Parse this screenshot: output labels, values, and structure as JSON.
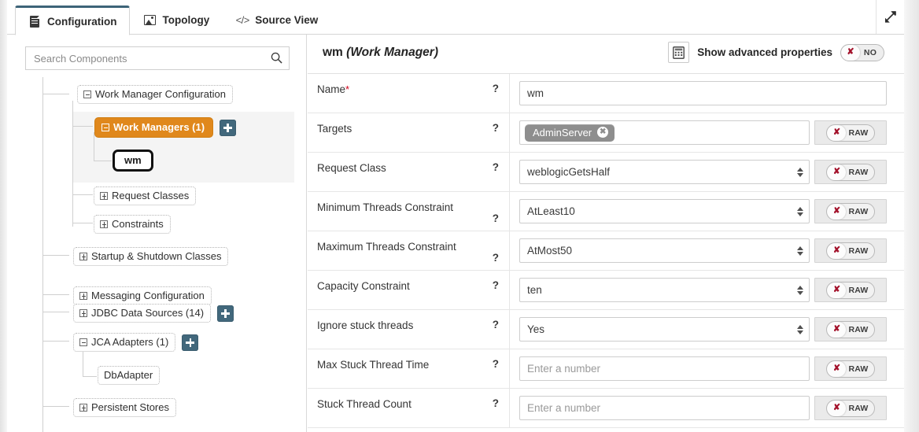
{
  "window": {
    "expand_icon": "expand-diagonal-icon"
  },
  "tabs": [
    {
      "label": "Configuration",
      "icon": "document-icon",
      "active": true
    },
    {
      "label": "Topology",
      "icon": "picture-icon",
      "active": false
    },
    {
      "label": "Source View",
      "icon": "code-brackets-icon",
      "active": false
    }
  ],
  "sidebar": {
    "search": {
      "placeholder": "Search Components",
      "value": "",
      "icon": "search-icon"
    },
    "tree": [
      {
        "label": "Work Manager Configuration",
        "toggle": "minus",
        "add": false
      },
      {
        "label": "Work Managers (1)",
        "toggle": "minus",
        "add": true,
        "highlight": "orange"
      },
      {
        "label": "wm",
        "toggle": "none",
        "add": false,
        "selected": true
      },
      {
        "label": "Request Classes",
        "toggle": "plus",
        "add": false
      },
      {
        "label": "Constraints",
        "toggle": "plus",
        "add": false
      },
      {
        "label": "Startup & Shutdown Classes",
        "toggle": "plus",
        "add": false
      },
      {
        "label": "Messaging Configuration",
        "toggle": "plus",
        "add": false
      },
      {
        "label": "JDBC Data Sources (14)",
        "toggle": "plus",
        "add": true
      },
      {
        "label": "JCA Adapters (1)",
        "toggle": "minus",
        "add": true
      },
      {
        "label": "DbAdapter",
        "toggle": "none",
        "add": false
      },
      {
        "label": "Persistent Stores",
        "toggle": "plus",
        "add": false
      }
    ]
  },
  "panel": {
    "title_name": "wm",
    "title_type": "(Work Manager)",
    "calculator_icon": "calculator-icon",
    "advanced_label": "Show advanced properties",
    "advanced_toggle": {
      "state_text": "NO",
      "knob_icon": "x-mark-icon"
    },
    "raw_toggle_label": "RAW",
    "help_icon": "question-mark-icon",
    "required_marker": "*",
    "rows": [
      {
        "label": "Name",
        "required": true,
        "value": "wm",
        "kind": "text",
        "raw": false,
        "qpos": "top"
      },
      {
        "label": "Targets",
        "required": false,
        "value": "AdminServer",
        "kind": "chips",
        "raw": true,
        "qpos": "top"
      },
      {
        "label": "Request Class",
        "required": false,
        "value": "weblogicGetsHalf",
        "kind": "select",
        "raw": true,
        "qpos": "top"
      },
      {
        "label": "Minimum Threads Constraint",
        "required": false,
        "value": "AtLeast10",
        "kind": "select",
        "raw": true,
        "qpos": "bottom"
      },
      {
        "label": "Maximum Threads Constraint",
        "required": false,
        "value": "AtMost50",
        "kind": "select",
        "raw": true,
        "qpos": "bottom"
      },
      {
        "label": "Capacity Constraint",
        "required": false,
        "value": "ten",
        "kind": "select",
        "raw": true,
        "qpos": "top"
      },
      {
        "label": "Ignore stuck threads",
        "required": false,
        "value": "Yes",
        "kind": "select",
        "raw": true,
        "qpos": "top"
      },
      {
        "label": "Max Stuck Thread Time",
        "required": false,
        "value": "",
        "placeholder": "Enter a number",
        "kind": "text",
        "raw": true,
        "qpos": "top"
      },
      {
        "label": "Stuck Thread Count",
        "required": false,
        "value": "",
        "placeholder": "Enter a number",
        "kind": "text",
        "raw": true,
        "qpos": "top"
      }
    ]
  },
  "colors": {
    "active_tab_border": "#3d6478",
    "tree_highlight": "#e0881c",
    "add_button": "#42687c",
    "required_star": "#d0021b",
    "toggle_x": "#a3112a",
    "chip": "#8e8e8e"
  }
}
